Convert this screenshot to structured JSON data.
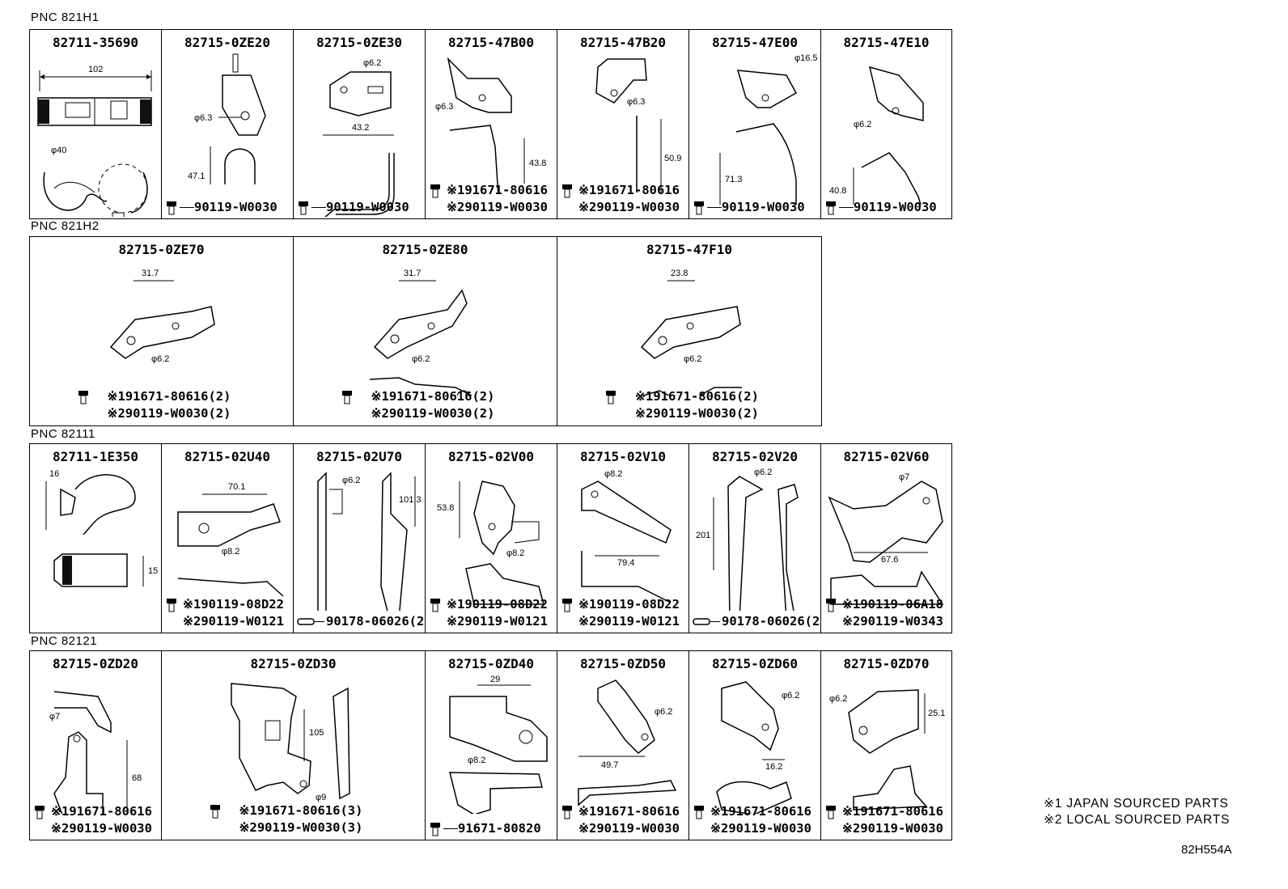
{
  "sections": [
    {
      "pnc": "PNC 821H1",
      "parts": [
        {
          "title": "82711-35690",
          "fasteners": []
        },
        {
          "title": "82715-0ZE20",
          "fasteners": [
            "90119-W0030"
          ]
        },
        {
          "title": "82715-0ZE30",
          "fasteners": [
            "90119-W0030"
          ]
        },
        {
          "title": "82715-47B00",
          "fasteners": [
            "※191671-80616",
            "※290119-W0030"
          ]
        },
        {
          "title": "82715-47B20",
          "fasteners": [
            "※191671-80616",
            "※290119-W0030"
          ]
        },
        {
          "title": "82715-47E00",
          "fasteners": [
            "90119-W0030"
          ]
        },
        {
          "title": "82715-47E10",
          "fasteners": [
            "90119-W0030"
          ]
        }
      ]
    },
    {
      "pnc": "PNC 821H2",
      "parts": [
        {
          "title": "82715-0ZE70",
          "fasteners": [
            "※191671-80616(2)",
            "※290119-W0030(2)"
          ]
        },
        {
          "title": "82715-0ZE80",
          "fasteners": [
            "※191671-80616(2)",
            "※290119-W0030(2)"
          ]
        },
        {
          "title": "82715-47F10",
          "fasteners": [
            "※191671-80616(2)",
            "※290119-W0030(2)"
          ]
        }
      ]
    },
    {
      "pnc": "PNC 82111",
      "parts": [
        {
          "title": "82711-1E350",
          "fasteners": []
        },
        {
          "title": "82715-02U40",
          "fasteners": [
            "※190119-08D22",
            "※290119-W0121"
          ]
        },
        {
          "title": "82715-02U70",
          "fasteners": [
            "90178-06026(2"
          ]
        },
        {
          "title": "82715-02V00",
          "fasteners": [
            "※190119-08D22",
            "※290119-W0121"
          ]
        },
        {
          "title": "82715-02V10",
          "fasteners": [
            "※190119-08D22",
            "※290119-W0121"
          ]
        },
        {
          "title": "82715-02V20",
          "fasteners": [
            "90178-06026(2"
          ]
        },
        {
          "title": "82715-02V60",
          "fasteners": [
            "※190119-06A18",
            "※290119-W0343"
          ]
        }
      ]
    },
    {
      "pnc": "PNC 82121",
      "parts": [
        {
          "title": "82715-0ZD20",
          "fasteners": [
            "※191671-80616",
            "※290119-W0030"
          ]
        },
        {
          "title": "82715-0ZD30",
          "fasteners": [
            "※191671-80616(3)",
            "※290119-W0030(3)"
          ]
        },
        {
          "title": "82715-0ZD40",
          "fasteners": [
            "91671-80820"
          ]
        },
        {
          "title": "82715-0ZD50",
          "fasteners": [
            "※191671-80616",
            "※290119-W0030"
          ]
        },
        {
          "title": "82715-0ZD60",
          "fasteners": [
            "※191671-80616",
            "※290119-W0030"
          ]
        },
        {
          "title": "82715-0ZD70",
          "fasteners": [
            "※191671-80616",
            "※290119-W0030"
          ]
        }
      ]
    }
  ],
  "dims": {
    "p1_1": {
      "a": "102",
      "b": "φ40"
    },
    "p1_2": {
      "a": "φ6.3",
      "b": "47.1"
    },
    "p1_3": {
      "a": "φ6.2",
      "b": "43.2"
    },
    "p1_4": {
      "a": "φ6.3",
      "b": "43.8"
    },
    "p1_5": {
      "a": "φ6.3",
      "b": "50.9"
    },
    "p1_6": {
      "a": "φ16.5",
      "b": "71.3"
    },
    "p1_7": {
      "a": "φ6.2",
      "b": "40.8"
    },
    "p2_1": {
      "a": "31.7",
      "b": "φ6.2"
    },
    "p2_2": {
      "a": "31.7",
      "b": "φ6.2"
    },
    "p2_3": {
      "a": "23.8",
      "b": "φ6.2"
    },
    "p3_1": {
      "a": "16",
      "b": "15"
    },
    "p3_2": {
      "a": "70.1",
      "b": "φ8.2"
    },
    "p3_3": {
      "a": "φ6.2",
      "b": "101.3"
    },
    "p3_4": {
      "a": "53.8",
      "b": "φ8.2"
    },
    "p3_5": {
      "a": "φ8.2",
      "b": "79.4"
    },
    "p3_6": {
      "a": "φ6.2",
      "b": "201"
    },
    "p3_7": {
      "a": "φ7",
      "b": "67.6"
    },
    "p4_1": {
      "a": "φ7",
      "b": "68"
    },
    "p4_2": {
      "a": "105",
      "b": "φ9"
    },
    "p4_3": {
      "a": "29",
      "b": "φ8.2"
    },
    "p4_4": {
      "a": "φ6.2",
      "b": "49.7"
    },
    "p4_5": {
      "a": "φ6.2",
      "b": "16.2"
    },
    "p4_6": {
      "a": "φ6.2",
      "b": "25.1"
    }
  },
  "legend": {
    "line1": "※1 JAPAN SOURCED PARTS",
    "line2": "※2 LOCAL SOURCED PARTS"
  },
  "drawing_code": "82H554A"
}
